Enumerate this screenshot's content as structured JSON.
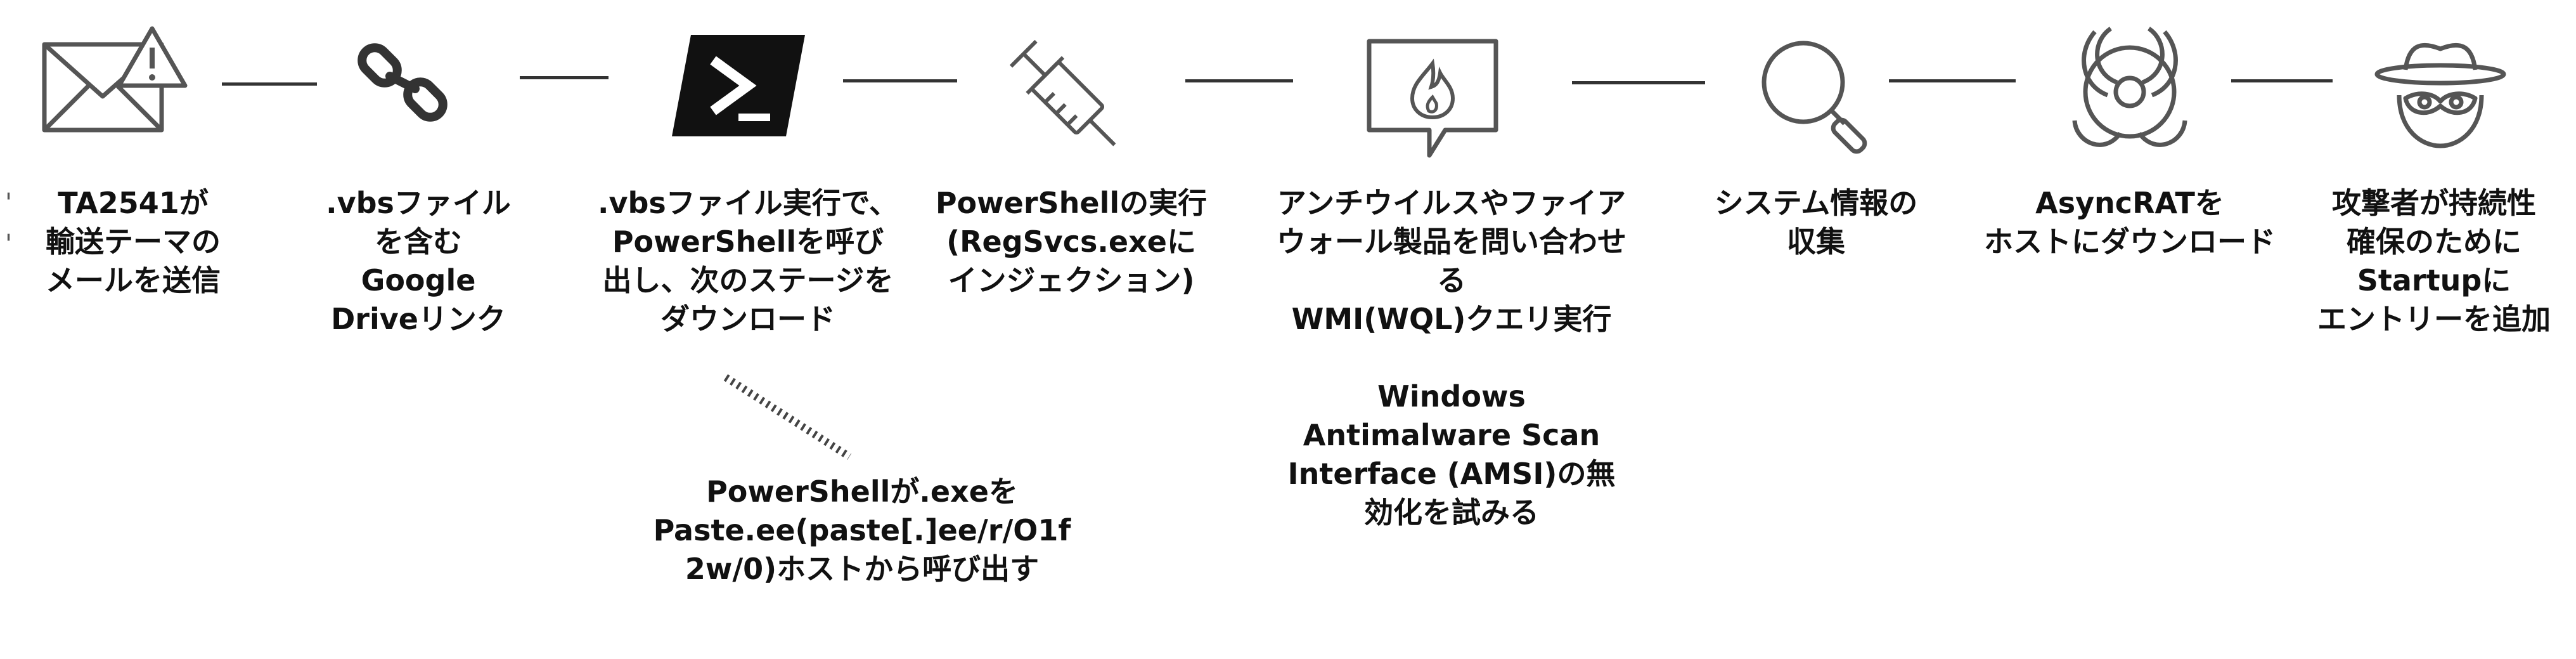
{
  "steps": [
    {
      "icon": "envelope-warning-icon",
      "label": "TA2541が\n輸送テーマの\nメールを送信"
    },
    {
      "icon": "chain-link-icon",
      "label": ".vbsファイル\nを含む\nGoogle\nDriveリンク"
    },
    {
      "icon": "powershell-icon",
      "label": ".vbsファイル実行で、\nPowerShellを呼び\n出し、次のステージを\nダウンロード"
    },
    {
      "icon": "syringe-icon",
      "label": "PowerShellの実行\n(RegSvcs.exeに\nインジェクション)"
    },
    {
      "icon": "chat-fire-icon",
      "label": "アンチウイルスやファイア\nウォール製品を問い合わせ\nる\nWMI(WQL)クエリ実行\n\nWindows\nAntimalware Scan\nInterface (AMSI)の無\n効化を試みる"
    },
    {
      "icon": "magnifier-icon",
      "label": "システム情報の\n収集"
    },
    {
      "icon": "biohazard-icon",
      "label": "AsyncRATを\nホストにダウンロード"
    },
    {
      "icon": "spy-icon",
      "label": "攻撃者が持続性\n確保のために\nStartupに\nエントリーを追加"
    }
  ],
  "sub_step": {
    "label": "PowerShellが.exeを\nPaste.ee(paste[.]ee/r/O1f\n2w/0)ホストから呼び出す"
  },
  "edge_marks": [
    "'",
    "'"
  ]
}
